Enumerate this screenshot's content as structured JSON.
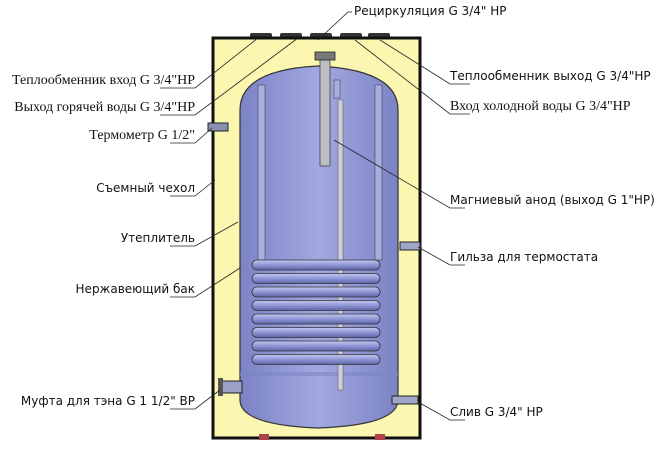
{
  "colors": {
    "casing": "#fbf7b0",
    "tank": "#8e96d6",
    "tank_dark": "#6f77bb",
    "pipe": "#b9b9c2",
    "foot": "#b0404a"
  },
  "labels_left": [
    "Теплообменник вход G 3/4\"НР",
    "Выход горячей воды G 3/4\"НР",
    "Термометр G 1/2\"",
    "Съемный чехол",
    "Утеплитель",
    "Нержавеющий бак",
    "Муфта для тэна G 1 1/2\" ВР"
  ],
  "labels_right": [
    "Рециркуляция G 3/4\" НР",
    "Теплообменник выход G 3/4\"НР",
    "Вход холодной воды G 3/4\"НР",
    "Магниевый анод (выход G 1\"НР)",
    "Гильза для термостата",
    "Слив G 3/4\" НР"
  ]
}
